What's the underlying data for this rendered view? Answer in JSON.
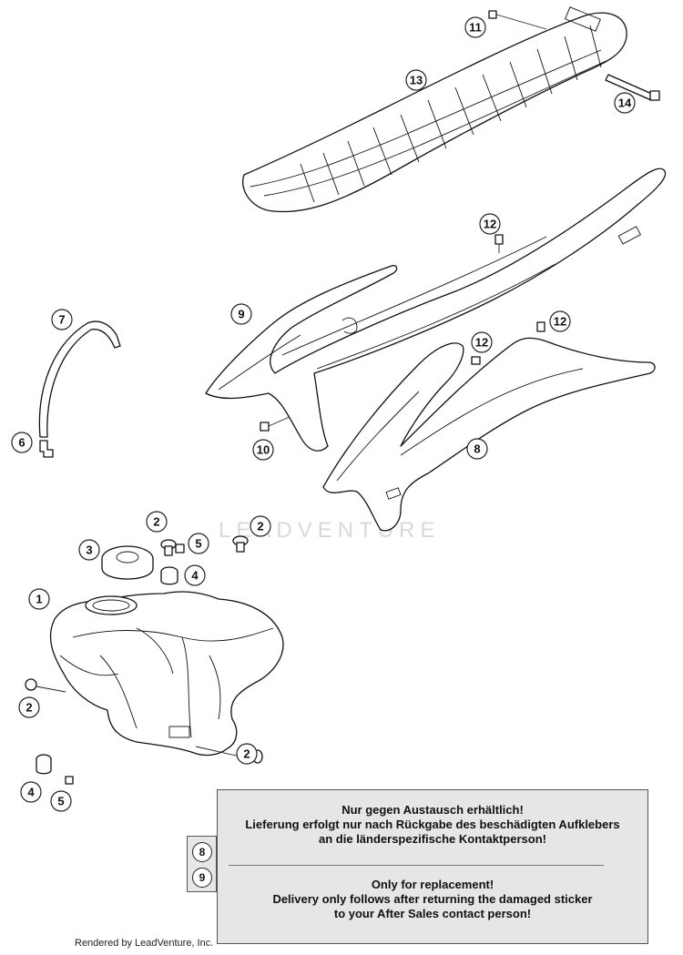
{
  "callouts": {
    "c1": "1",
    "c2a": "2",
    "c2b": "2",
    "c2c": "2",
    "c2d": "2",
    "c3": "3",
    "c4a": "4",
    "c4b": "4",
    "c5a": "5",
    "c5b": "5",
    "c6": "6",
    "c7": "7",
    "c8": "8",
    "c9": "9",
    "c10": "10",
    "c11": "11",
    "c12a": "12",
    "c12b": "12",
    "c12c": "12",
    "c13": "13",
    "c14": "14"
  },
  "watermark": "LEADVENTURE",
  "notice": {
    "de_line1": "Nur gegen Austausch erhältlich!",
    "de_line2": "Lieferung erfolgt nur nach Rückgabe des beschädigten Aufklebers",
    "de_line3": "an die länderspezifische Kontaktperson!",
    "en_line1": "Only for replacement!",
    "en_line2": "Delivery only follows after returning the damaged sticker",
    "en_line3": "to your After Sales contact person!",
    "ref_a": "8",
    "ref_b": "9"
  },
  "credit": "Rendered by LeadVenture, Inc."
}
